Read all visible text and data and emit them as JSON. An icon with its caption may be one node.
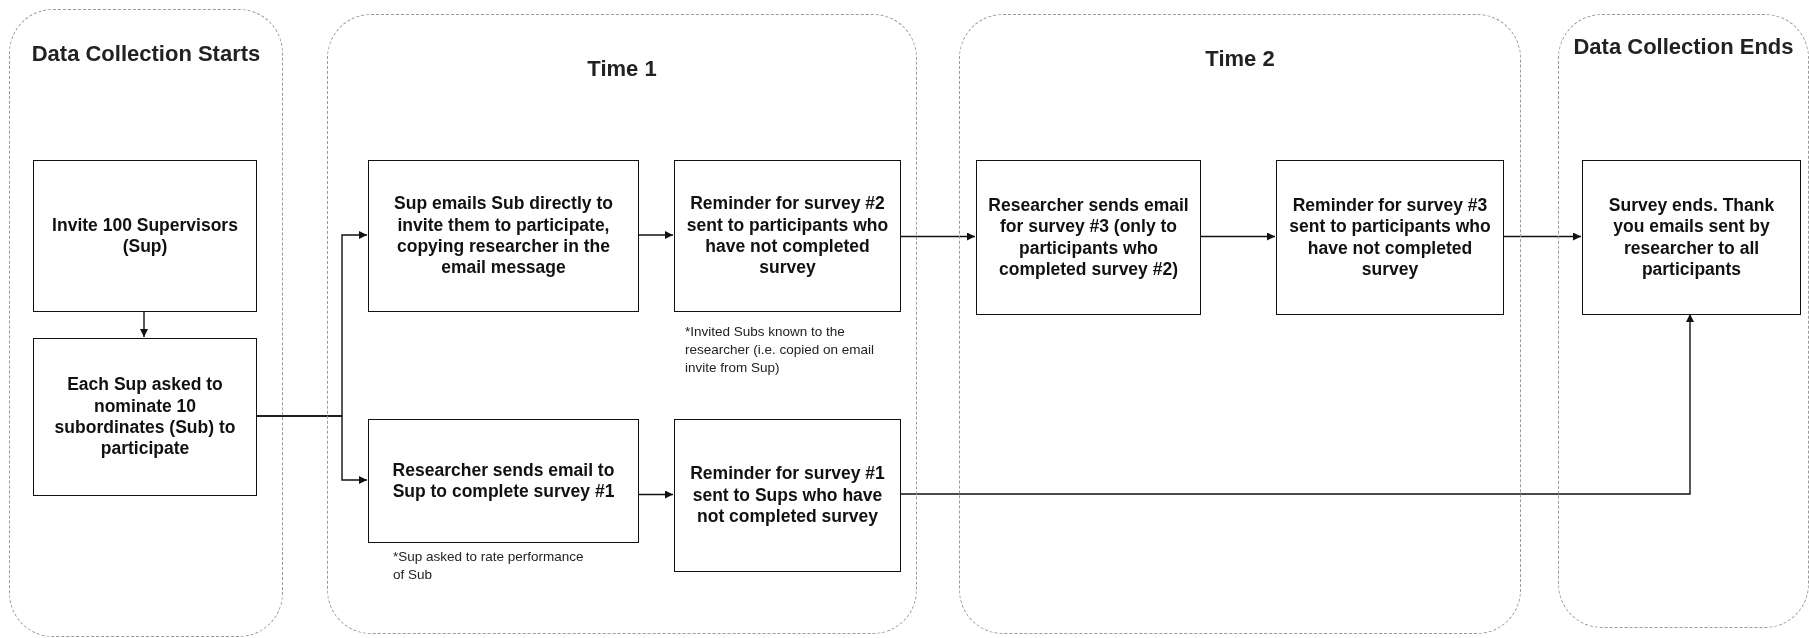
{
  "diagram": {
    "nodes": [
      {
        "text": [
          "Data Collection Starts"
        ]
      },
      {
        "text": [
          "Time 1"
        ]
      },
      {
        "text": [
          "Time 2"
        ]
      },
      {
        "text": [
          "Data Collection Ends"
        ]
      },
      {
        "text": [
          "Invite 100 Supervisors (Sup)"
        ],
        "in": 0
      },
      {
        "text": [
          "Each Sup asked to nominate 10 subordinates (Sub) to participate"
        ],
        "in": 0
      },
      {
        "text": [
          "Sup emails Sub directly to invite them to participate, copying researcher in the email message"
        ],
        "in": 1
      },
      {
        "text": [
          "Reminder for survey #2 sent to participants who have not completed survey"
        ],
        "in": 1,
        "beside": [
          "*Invited Subs known to the researcher (i.e. copied on email invite from Sup)"
        ]
      },
      {
        "text": [
          "Researcher sends email to Sup to complete survey #1"
        ],
        "in": 1,
        "beside": [
          "*Sup asked to rate performance of Sub"
        ]
      },
      {
        "text": [
          "Reminder for survey #1 sent to Sups who have not completed survey"
        ],
        "in": 1
      },
      {
        "text": [
          "Researcher sends email for survey #3 (only to participants who completed survey #2)"
        ],
        "in": 2
      },
      {
        "text": [
          "Reminder for survey #3 sent to participants who have not completed survey"
        ],
        "in": 2
      },
      {
        "text": [
          "Survey ends. Thank you emails sent by researcher to all participants"
        ],
        "in": 3
      }
    ],
    "edges": [
      {
        "from": 4,
        "to": 5,
        "arrow": "to"
      },
      {
        "from": 5,
        "to": 6,
        "arrow": "to"
      },
      {
        "from": 5,
        "to": 8,
        "arrow": "to"
      },
      {
        "from": 6,
        "to": 7,
        "arrow": "to"
      },
      {
        "from": 8,
        "to": 9,
        "arrow": "to"
      },
      {
        "from": 7,
        "to": 10,
        "arrow": "to"
      },
      {
        "from": 10,
        "to": 11,
        "arrow": "to"
      },
      {
        "from": 11,
        "to": 12,
        "arrow": "to"
      },
      {
        "from": 9,
        "to": 12,
        "arrow": "to"
      }
    ]
  }
}
